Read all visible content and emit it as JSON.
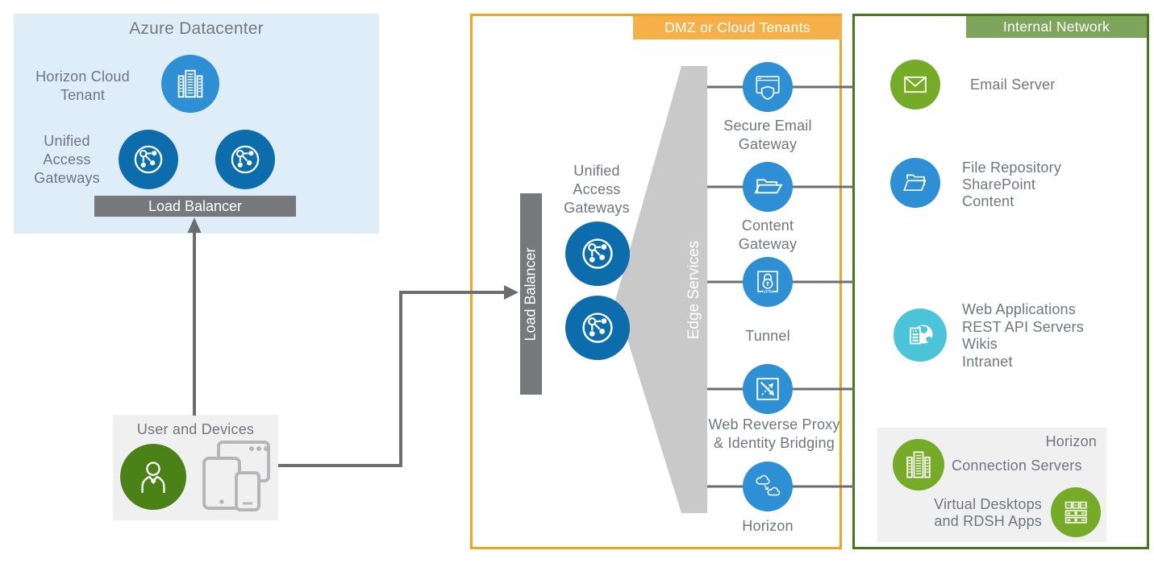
{
  "colors": {
    "azure_bg": "#DFEDF8",
    "panel_gray": "#F0F0F1",
    "blue": "#2E8FD5",
    "dark_blue": "#0D6CAB",
    "green": "#76AB27",
    "user_green": "#4A8217",
    "teal": "#4BC4DA",
    "orange_border": "#F5A21E",
    "orange_fill": "#F6B04A",
    "green_border": "#41791B",
    "green_fill": "#7DA55C",
    "bar_gray": "#76787B",
    "line_gray": "#6B6E71",
    "funnel_gray": "#C9C9C9",
    "text_gray": "#6F7680"
  },
  "azure": {
    "title": "Azure Datacenter",
    "horizon_cloud_tenant_label": "Horizon Cloud\nTenant",
    "horizon_cloud_tenant_icon": "buildings-icon",
    "uag_label": "Unified\nAccess\nGateways",
    "uag_icon": "network-nodes-icon",
    "load_balancer_label": "Load Balancer"
  },
  "user": {
    "label": "User and Devices",
    "person_icon": "person-icon",
    "devices_icon": "devices-icon"
  },
  "dmz": {
    "title": "DMZ or Cloud Tenants",
    "load_balancer_label": "Load Balancer",
    "uag_label": "Unified\nAccess\nGateways",
    "uag_icon": "network-nodes-icon",
    "edge_services_label": "Edge Services",
    "vpn_text": "VPN",
    "services": [
      {
        "label": "Secure Email\nGateway",
        "icon": "browser-shield-icon"
      },
      {
        "label": "Content\nGateway",
        "icon": "open-folder-icon"
      },
      {
        "label": "Tunnel",
        "icon": "vpn-lock-icon"
      },
      {
        "label": "Web Reverse Proxy\n& Identity Bridging",
        "icon": "crossed-arrows-icon"
      },
      {
        "label": "Horizon",
        "icon": "clouds-icon"
      }
    ]
  },
  "internal": {
    "title": "Internal Network",
    "items": [
      {
        "label": "Email Server",
        "icon": "envelope-icon"
      },
      {
        "label": "File Repository\nSharePoint\nContent",
        "icon": "stacked-folders-icon"
      },
      {
        "label": "Web Applications\nREST API Servers\nWikis\nIntranet",
        "icon": "globe-server-icon"
      }
    ],
    "horizon_box": {
      "title": "Horizon",
      "connection_servers_label": "Connection Servers",
      "connection_servers_icon": "buildings-icon",
      "virtual_desktops_label": "Virtual Desktops\nand RDSH Apps",
      "virtual_desktops_icon": "vm-host-icon",
      "vm_text": "VM"
    }
  }
}
